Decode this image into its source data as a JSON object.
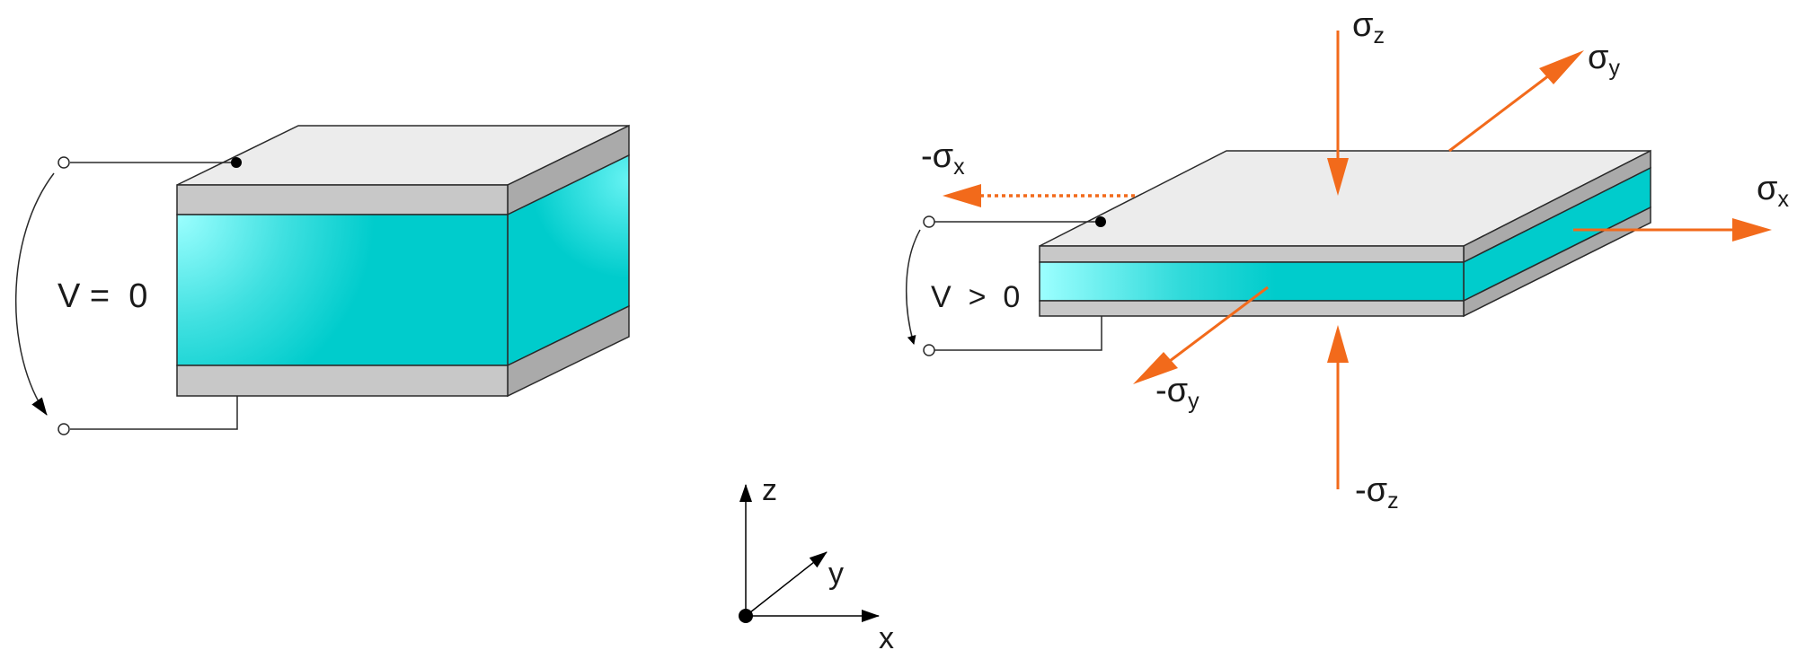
{
  "left_capacitor": {
    "voltage_label": "V =  0"
  },
  "right_capacitor": {
    "voltage_label": "V  >  0"
  },
  "stress_labels": {
    "sigma_z_pos": {
      "symbol": "σ",
      "subscript": "z",
      "prefix": ""
    },
    "sigma_y_pos": {
      "symbol": "σ",
      "subscript": "y",
      "prefix": ""
    },
    "sigma_x_pos": {
      "symbol": "σ",
      "subscript": "x",
      "prefix": ""
    },
    "sigma_x_neg": {
      "symbol": "σ",
      "subscript": "x",
      "prefix": "-"
    },
    "sigma_y_neg": {
      "symbol": "σ",
      "subscript": "y",
      "prefix": "-"
    },
    "sigma_z_neg": {
      "symbol": "σ",
      "subscript": "z",
      "prefix": "-"
    }
  },
  "axes": {
    "x": "x",
    "y": "y",
    "z": "z"
  },
  "colors": {
    "stress_arrow": "#f26a1b",
    "dielectric": "#00cccc",
    "dielectric_highlight": "#99ffff",
    "electrode_front": "#c8c8c8",
    "electrode_side": "#aaaaaa",
    "top_face": "#ececec",
    "outline": "#2a2a2a"
  }
}
